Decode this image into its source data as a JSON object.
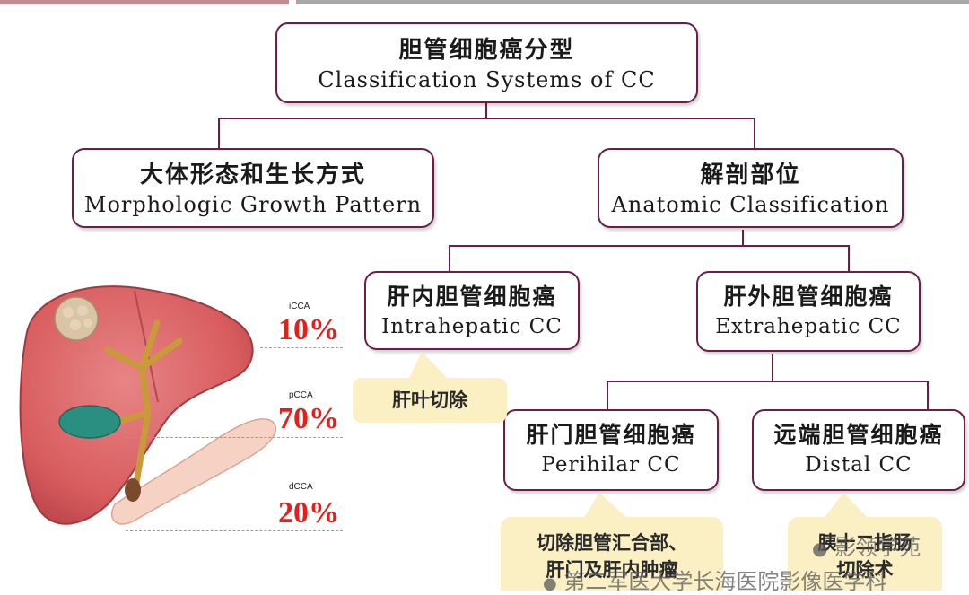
{
  "root": {
    "zh": "胆管细胞癌分型",
    "en": "Classification Systems of CC"
  },
  "morph": {
    "zh": "大体形态和生长方式",
    "en": "Morphologic Growth Pattern"
  },
  "anat": {
    "zh": "解剖部位",
    "en": "Anatomic Classification"
  },
  "intra": {
    "zh": "肝内胆管细胞癌",
    "en": "Intrahepatic CC"
  },
  "extra": {
    "zh": "肝外胆管细胞癌",
    "en": "Extrahepatic CC"
  },
  "perihilar": {
    "zh": "肝门胆管细胞癌",
    "en": "Perihilar CC"
  },
  "distal": {
    "zh": "远端胆管细胞癌",
    "en": "Distal CC"
  },
  "callouts": {
    "intra": "肝叶切除",
    "perihilar_line1": "切除胆管汇合部、",
    "perihilar_line2": "肝门及肝内肿瘤",
    "distal_line1": "胰十二指肠",
    "distal_line2": "切除术"
  },
  "liver_stats": [
    {
      "label": "iCCA",
      "value": "10%"
    },
    {
      "label": "pCCA",
      "value": "70%"
    },
    {
      "label": "dCCA",
      "value": "20%"
    }
  ],
  "watermark": {
    "brand": "影领学苑",
    "footer": "第二军医大学长海医院影像医学科"
  },
  "colors": {
    "border": "#6b1e4b",
    "callout": "#fbefc4",
    "percent": "#e4201c"
  }
}
